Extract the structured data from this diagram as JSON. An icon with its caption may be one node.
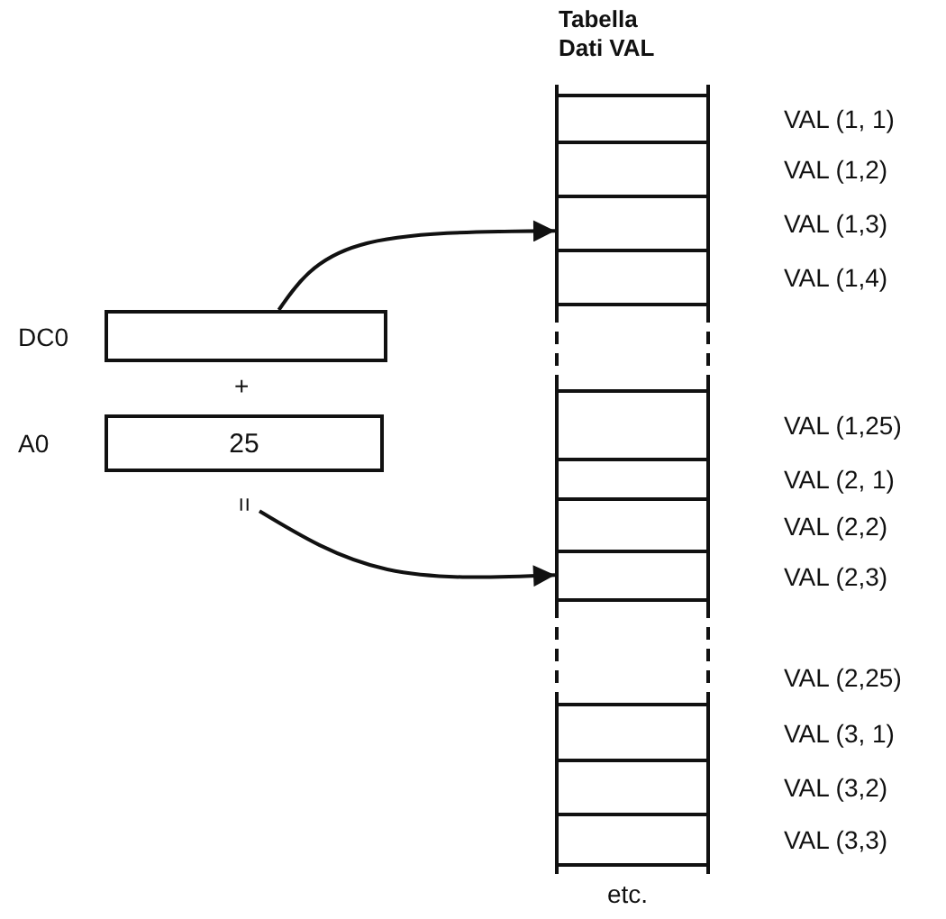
{
  "diagram": {
    "nodes": [
      {
        "text": [
          "Tabella Dati VAL"
        ]
      },
      {
        "text": [],
        "shape": "box",
        "in": 0,
        "beside": [
          "VAL (1, 1)"
        ]
      },
      {
        "text": [],
        "shape": "box",
        "in": 0,
        "beside": [
          "VAL (1,2)"
        ]
      },
      {
        "text": [],
        "shape": "box",
        "in": 0,
        "beside": [
          "VAL (1,3)"
        ]
      },
      {
        "text": [],
        "shape": "box",
        "in": 0,
        "beside": [
          "VAL (1,4)"
        ]
      },
      {
        "text": [],
        "shape": "box",
        "in": 0,
        "beside": [
          "VAL (1,25)"
        ]
      },
      {
        "text": [],
        "shape": "box",
        "in": 0,
        "beside": [
          "VAL (2, 1)"
        ]
      },
      {
        "text": [],
        "shape": "box",
        "in": 0,
        "beside": [
          "VAL (2,2)"
        ]
      },
      {
        "text": [],
        "shape": "box",
        "in": 0,
        "beside": [
          "VAL (2,3)"
        ]
      },
      {
        "text": [],
        "shape": "box",
        "in": 0,
        "beside": [
          "VAL (2,25)"
        ]
      },
      {
        "text": [],
        "shape": "box",
        "in": 0,
        "beside": [
          "VAL (3, 1)"
        ]
      },
      {
        "text": [],
        "shape": "box",
        "in": 0,
        "beside": [
          "VAL (3,2)"
        ]
      },
      {
        "text": [],
        "shape": "box",
        "in": 0,
        "beside": [
          "VAL (3,3)"
        ]
      },
      {
        "text": [],
        "shape": "box",
        "beside": [
          "DC0"
        ]
      },
      {
        "text": [
          "25"
        ],
        "beside": [
          "A0"
        ]
      },
      {
        "text": [
          "="
        ]
      }
    ],
    "edges": [
      {
        "from": 13,
        "to": 3,
        "arrow": "to"
      },
      {
        "from": 15,
        "to": 8,
        "arrow": "to"
      }
    ],
    "labels": [
      "+",
      "etc."
    ]
  }
}
